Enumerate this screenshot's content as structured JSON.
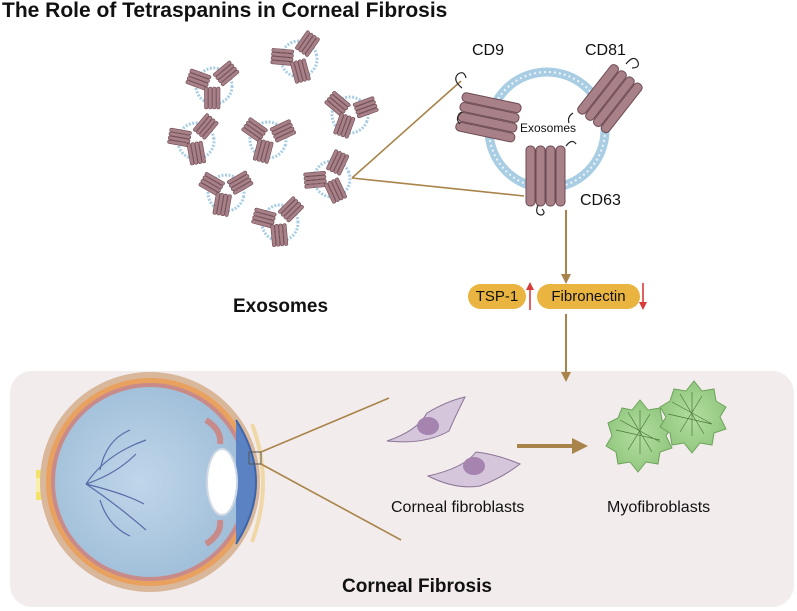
{
  "title": "The Role of Tetraspanins in Corneal Fibrosis",
  "exosome": {
    "markers": {
      "cd9": "CD9",
      "cd81": "CD81",
      "cd63": "CD63"
    },
    "inner_label": "Exosomes",
    "group_label": "Exosomes"
  },
  "regulation": {
    "tsp1": {
      "label": "TSP-1",
      "direction": "up"
    },
    "fibronectin": {
      "label": "Fibronectin",
      "direction": "down"
    }
  },
  "fibrosis": {
    "fibroblasts_label": "Corneal fibroblasts",
    "myofibroblasts_label": "Myofibroblasts",
    "panel_label": "Corneal Fibrosis"
  },
  "colors": {
    "protein": "#a88088",
    "protein_stroke": "#6e4a52",
    "membrane": "#a9cde3",
    "connector": "#a9844a",
    "pill": "#e9b43f",
    "up_arrow": "#d93a3a",
    "down_arrow": "#d93a3a",
    "panel": "#f3ecec",
    "fibroblast": "#d5c6dc",
    "myofibroblast": "#9ccf86"
  }
}
